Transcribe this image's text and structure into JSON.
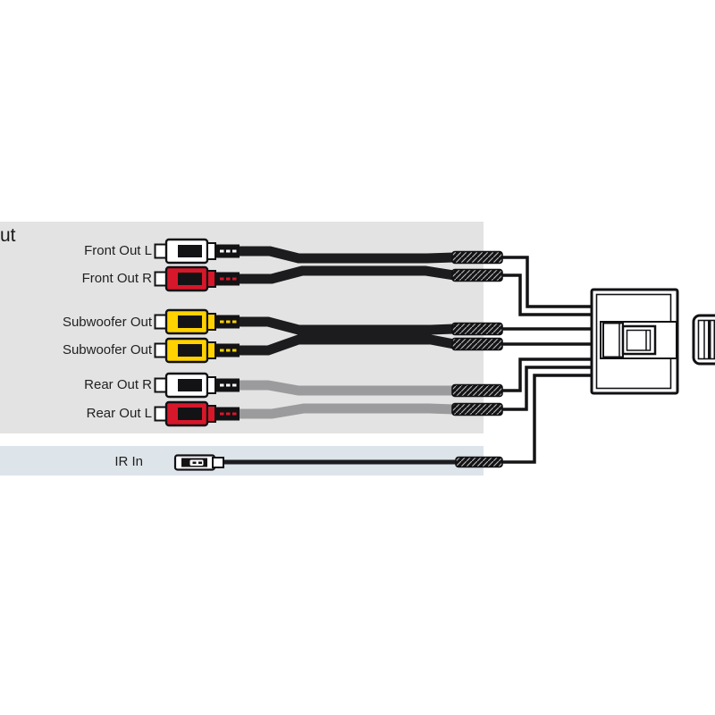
{
  "heading_fragment": "ut",
  "panel": {
    "bg": "#e3e3e3"
  },
  "ir_band": {
    "bg": "#dde4ea"
  },
  "palette": {
    "outline": "#111114",
    "cable_black": "#1c1c1e",
    "cable_gray": "#9b9b9d",
    "plug_white": "#ffffff",
    "plug_red": "#d6182a",
    "plug_yellow": "#ffd200"
  },
  "rows": [
    {
      "label": "Front Out L",
      "plug_color": "#ffffff",
      "cable_color": "#1c1c1e"
    },
    {
      "label": "Front Out R",
      "plug_color": "#d6182a",
      "cable_color": "#1c1c1e"
    },
    {
      "label": "Subwoofer Out",
      "plug_color": "#ffd200",
      "cable_color": "#1c1c1e"
    },
    {
      "label": "Subwoofer Out",
      "plug_color": "#ffd200",
      "cable_color": "#1c1c1e"
    },
    {
      "label": "Rear Out R",
      "plug_color": "#ffffff",
      "cable_color": "#9b9b9d"
    },
    {
      "label": "Rear Out L",
      "plug_color": "#d6182a",
      "cable_color": "#9b9b9d"
    },
    {
      "label": "IR In",
      "plug_color": "#ffffff",
      "cable_color": "#1c1c1e"
    }
  ]
}
